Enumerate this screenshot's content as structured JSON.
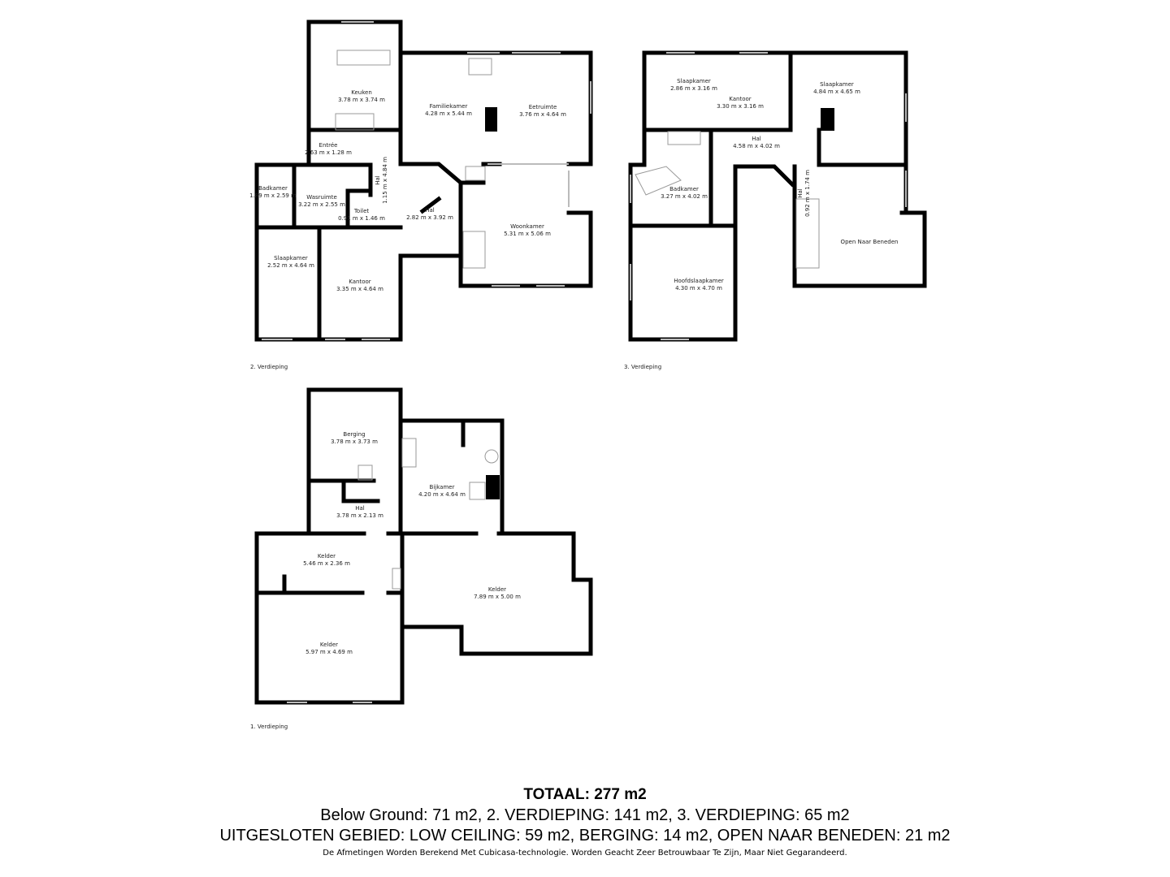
{
  "floors": [
    {
      "label": "2. Verdieping",
      "rooms": [
        {
          "name": "Keuken",
          "size": "3.78 m x 3.74 m"
        },
        {
          "name": "Familiekamer",
          "size": "4.28 m x 5.44 m"
        },
        {
          "name": "Eetruimte",
          "size": "3.76 m x 4.64 m"
        },
        {
          "name": "Entrée",
          "size": "2.63 m x 1.28 m"
        },
        {
          "name": "Badkamer",
          "size": "1.89 m x 2.59 m"
        },
        {
          "name": "Wasruimte",
          "size": "3.22 m x 2.55 m"
        },
        {
          "name": "Hal",
          "size": "1.15 m x 4.84 m"
        },
        {
          "name": "Toilet",
          "size": "0.91 m x 1.46 m"
        },
        {
          "name": "Hal",
          "size": "2.82 m x 3.92 m"
        },
        {
          "name": "Woonkamer",
          "size": "5.31 m x 5.06 m"
        },
        {
          "name": "Slaapkamer",
          "size": "2.52 m x 4.64 m"
        },
        {
          "name": "Kantoor",
          "size": "3.35 m x 4.64 m"
        }
      ]
    },
    {
      "label": "3. Verdieping",
      "rooms": [
        {
          "name": "Slaapkamer",
          "size": "2.86 m x 3.16 m"
        },
        {
          "name": "Kantoor",
          "size": "3.30 m x 3.16 m"
        },
        {
          "name": "Slaapkamer",
          "size": "4.84 m x 4.65 m"
        },
        {
          "name": "Hal",
          "size": "4.58 m x 4.02 m"
        },
        {
          "name": "Badkamer",
          "size": "3.27 m x 4.02 m"
        },
        {
          "name": "Hal",
          "size": "0.92 m x 1.74 m"
        },
        {
          "name": "Open Naar Beneden",
          "size": ""
        },
        {
          "name": "Hoofdslaapkamer",
          "size": "4.30 m x 4.70 m"
        }
      ]
    },
    {
      "label": "1. Verdieping",
      "rooms": [
        {
          "name": "Berging",
          "size": "3.78 m x 3.73 m"
        },
        {
          "name": "Bijkamer",
          "size": "4.20 m x 4.64 m"
        },
        {
          "name": "Hal",
          "size": "3.78 m x 2.13 m"
        },
        {
          "name": "Kelder",
          "size": "5.46 m x 2.36 m"
        },
        {
          "name": "Kelder",
          "size": "7.89 m x 5.00 m"
        },
        {
          "name": "Kelder",
          "size": "5.97 m x 4.69 m"
        }
      ]
    }
  ],
  "summary": {
    "total": "TOTAAL: 277 m2",
    "areas": "Below Ground: 71 m2, 2. VERDIEPING: 141 m2, 3. VERDIEPING: 65 m2",
    "excluded": "UITGESLOTEN GEBIED: LOW CEILING: 59 m2, BERGING: 14 m2, OPEN NAAR BENEDEN: 21 m2",
    "disclaimer": "De Afmetingen Worden Berekend Met Cubicasa-technologie. Worden Geacht Zeer Betrouwbaar Te Zijn, Maar Niet Gegarandeerd."
  }
}
